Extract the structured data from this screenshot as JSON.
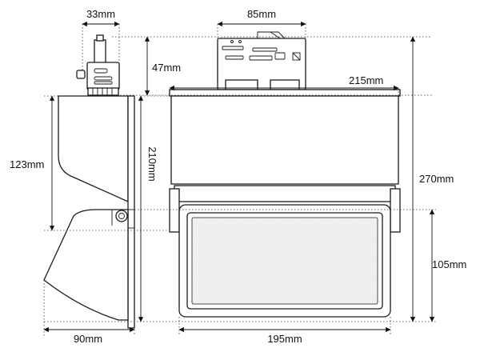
{
  "diagram": {
    "dimensions": {
      "adapter_width": "33mm",
      "driver_width": "85mm",
      "adapter_height": "47mm",
      "housing_length": "215mm",
      "side_upper_height": "123mm",
      "side_total_height": "210mm",
      "overall_height": "270mm",
      "lens_height": "105mm",
      "side_depth": "90mm",
      "lens_width": "195mm"
    }
  }
}
